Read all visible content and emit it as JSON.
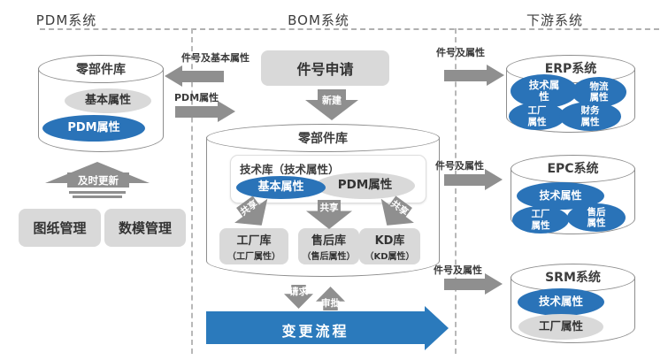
{
  "colors": {
    "blue": "#2a73b8",
    "flow_arrow_blue": "#2b7abc",
    "gray_arrow": "#8f8f8f",
    "box_gray": "#d9d9d9"
  },
  "lanes": {
    "pdm": "PDM系统",
    "bom": "BOM系统",
    "downstream": "下游系统"
  },
  "pdm": {
    "library": {
      "title": "零部件库",
      "basic_attr": "基本属性",
      "pdm_attr": "PDM属性"
    },
    "update_label": "及时更新",
    "drawing_mgmt": "图纸管理",
    "model_mgmt": "数模管理"
  },
  "flows": {
    "bom_to_pdm": "件号及基本属性",
    "pdm_to_bom": "PDM属性",
    "bom_to_erp": "件号及属性",
    "bom_to_epc": "件号及属性",
    "bom_to_srm": "件号及属性"
  },
  "bom": {
    "apply_box": "件号申请",
    "new_label": "新建",
    "library": {
      "title": "零部件库",
      "tech_box_title": "技术库（技术属性）",
      "basic_attr": "基本属性",
      "pdm_attr": "PDM属性",
      "share_labels": [
        "共享",
        "共享",
        "共享"
      ],
      "sub_libraries": [
        {
          "title": "工厂库",
          "subtitle": "（工厂属性）"
        },
        {
          "title": "售后库",
          "subtitle": "（售后属性）"
        },
        {
          "title": "KD库",
          "subtitle": "（KD属性）"
        }
      ]
    },
    "request_label": "请求",
    "approve_label": "审批",
    "change_flow": "变更流程"
  },
  "downstream": {
    "systems": [
      {
        "title": "ERP系统",
        "ellipses": [
          {
            "lines": [
              "技术属",
              "性"
            ],
            "color": "blue"
          },
          {
            "lines": [
              "物流",
              "属性"
            ],
            "color": "blue"
          },
          {
            "lines": [
              "工厂",
              "属性"
            ],
            "color": "blue"
          },
          {
            "lines": [
              "财务",
              "属性"
            ],
            "color": "blue"
          }
        ]
      },
      {
        "title": "EPC系统",
        "ellipses": [
          {
            "lines": [
              "技术属性"
            ],
            "color": "blue"
          },
          {
            "lines": [
              "售后",
              "属性"
            ],
            "color": "blue"
          },
          {
            "lines": [
              "工厂",
              "属性"
            ],
            "color": "blue"
          }
        ]
      },
      {
        "title": "SRM系统",
        "ellipses": [
          {
            "lines": [
              "技术属性"
            ],
            "color": "blue"
          },
          {
            "lines": [
              "工厂属性"
            ],
            "color": "gray"
          }
        ]
      }
    ]
  }
}
